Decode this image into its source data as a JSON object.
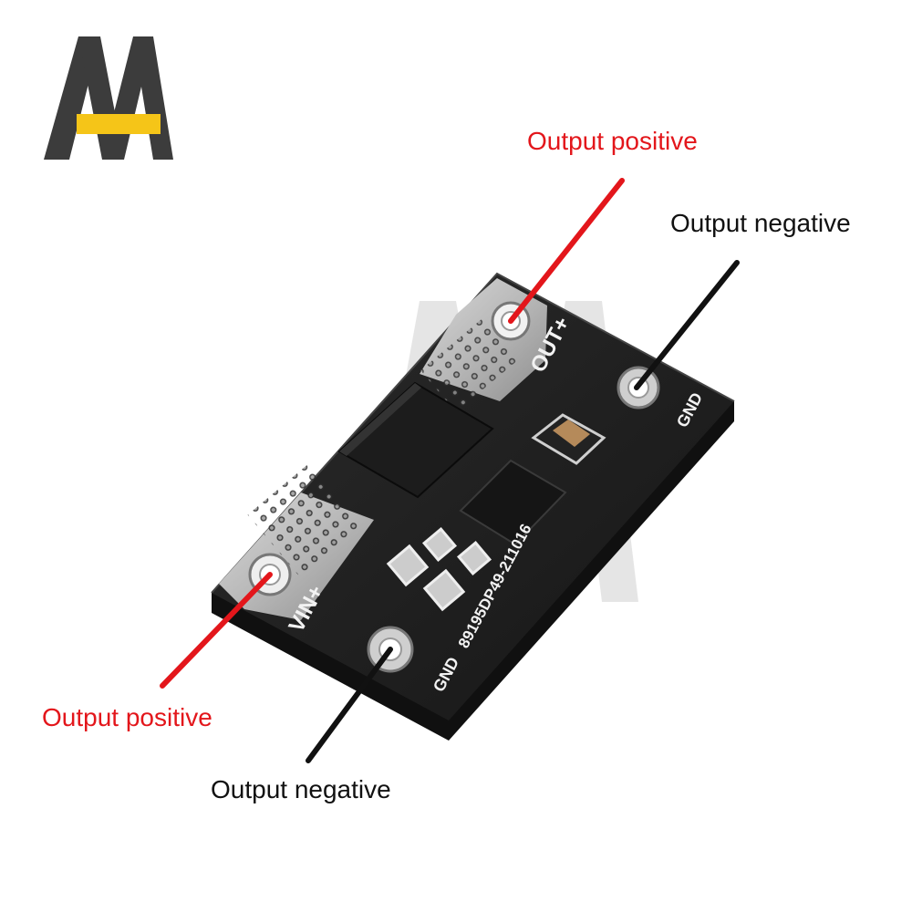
{
  "labels": {
    "top_output_positive": "Output positive",
    "top_output_negative": "Output negative",
    "bottom_output_positive": "Output positive",
    "bottom_output_negative": "Output negative"
  },
  "pcb": {
    "out_plus": "OUT+",
    "vin_plus": "VIN+",
    "gnd_top": "GND",
    "gnd_bottom": "GND",
    "part_number": "89195DP49-211016"
  },
  "colors": {
    "positive_line": "#e3161b",
    "negative_line": "#111111",
    "logo_dark": "#3c3c3c",
    "logo_accent": "#f5c518"
  },
  "icons": [
    "brand-logo-icon"
  ]
}
